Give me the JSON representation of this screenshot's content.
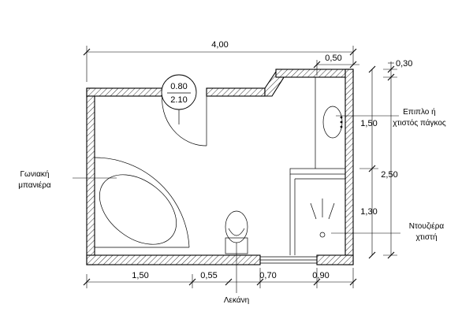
{
  "dimensions": {
    "overall_width": "4,00",
    "top_offset": "0,50",
    "top_right": "0,30",
    "bottom_1": "1,50",
    "bottom_2": "0,55",
    "bottom_3": "0,70",
    "bottom_4": "0,90",
    "right_upper": "1,50",
    "right_lower": "1,30",
    "right_total": "2,50"
  },
  "door_tag": {
    "width": "0.80",
    "height": "2.10"
  },
  "labels": {
    "corner_bath_line1": "Γωνιακή",
    "corner_bath_line2": "μπανιέρα",
    "vanity_line1": "Επιπλο ή",
    "vanity_line2": "χτιστός πάγκος",
    "shower_line1": "Ντουζιέρα",
    "shower_line2": "χτιστή",
    "toilet": "Λεκάνη"
  }
}
